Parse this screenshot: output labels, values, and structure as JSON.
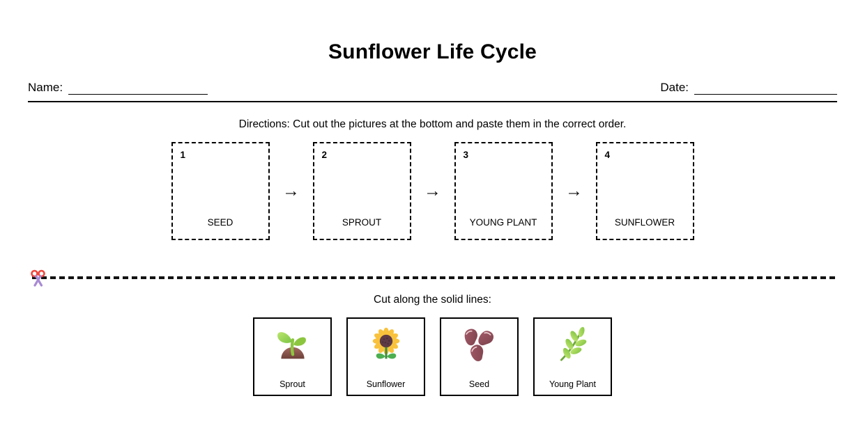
{
  "worksheet": {
    "title": "Sunflower Life Cycle",
    "name_label": "Name:",
    "date_label": "Date:",
    "directions": "Directions: Cut out the pictures at the bottom and paste them in the correct order.",
    "cut_instruction": "Cut along the solid lines:",
    "arrow_glyph": "→"
  },
  "sequence_boxes": [
    {
      "number": "1",
      "label": "SEED"
    },
    {
      "number": "2",
      "label": "SPROUT"
    },
    {
      "number": "3",
      "label": "YOUNG PLANT"
    },
    {
      "number": "4",
      "label": "SUNFLOWER"
    }
  ],
  "cutout_cards": [
    {
      "label": "Sprout",
      "icon": "sprout-icon"
    },
    {
      "label": "Sunflower",
      "icon": "sunflower-icon"
    },
    {
      "label": "Seed",
      "icon": "seed-icon"
    },
    {
      "label": "Young Plant",
      "icon": "young-plant-icon"
    }
  ],
  "colors": {
    "ink": "#000000",
    "scissors_red": "#F1483E",
    "scissors_purple": "#A88BD4",
    "leaf_light_green": "#B5E065",
    "leaf_green": "#8CC63F",
    "stem_dark_green": "#5E9732",
    "sunflower_yellow": "#F9C23C",
    "flower_center_brown": "#5D3A45",
    "soil_brown": "#8A5A50",
    "bean_maroon": "#9A5260"
  }
}
